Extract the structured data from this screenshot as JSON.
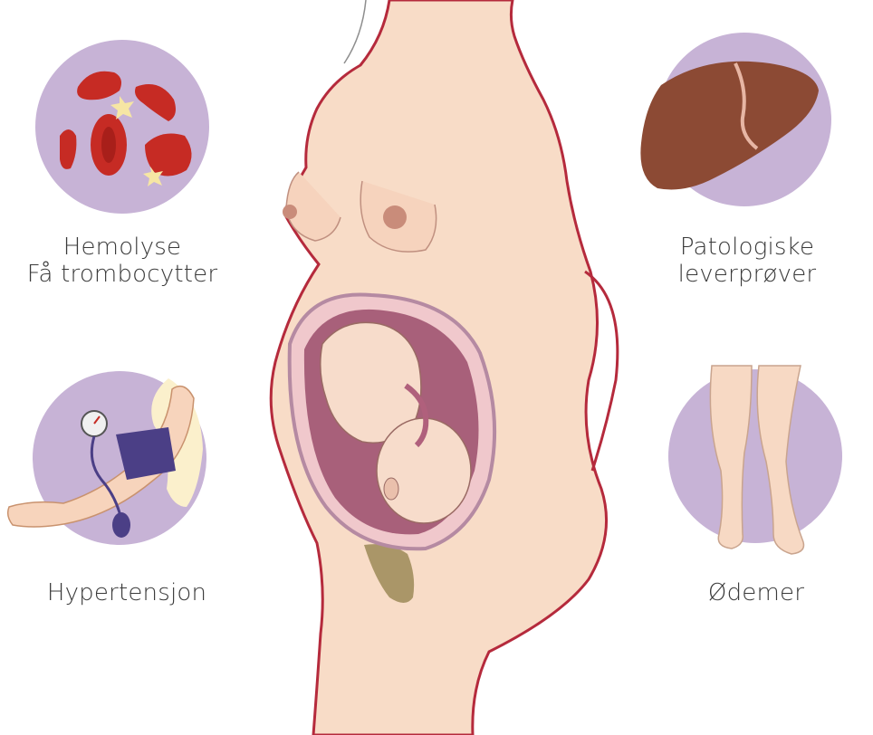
{
  "labels": {
    "top_left": [
      "Hemolyse",
      "Få trombocytter"
    ],
    "top_right": [
      "Patologiske",
      "leverprøver"
    ],
    "bottom_left": "Hypertensjon",
    "bottom_right": "Ødemer"
  },
  "colors": {
    "circle": "#c7b3d6",
    "skin": "#f8dcc7",
    "skin_outline": "#b52a3c",
    "blood_cell": "#c62b24",
    "platelet": "#f6e6a4",
    "liver": "#8c4a34",
    "uterus": "#a8607a",
    "cuff": "#4b3f86"
  },
  "icons": [
    "blood-cells-icon",
    "liver-icon",
    "blood-pressure-cuff-icon",
    "swollen-legs-icon"
  ]
}
